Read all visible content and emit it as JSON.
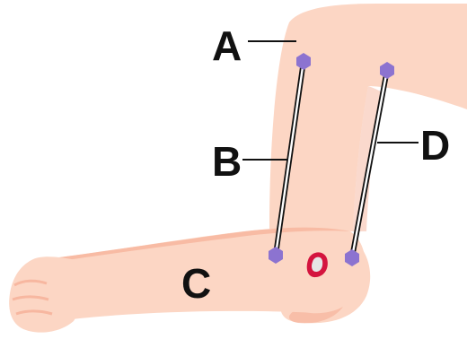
{
  "labels": {
    "a": "A",
    "b": "B",
    "c": "C",
    "d": "D"
  },
  "colors": {
    "skin": "#fcd6c4",
    "skin_shadow": "#f6b49c",
    "attachment": "#8c73d0",
    "tendon_fill": "#ffffff",
    "tendon_outline": "#111111",
    "marker_ring": "#d4143e",
    "marker_center": "#e6e6e6",
    "leader_line": "#111111"
  },
  "icons": {
    "attachment_point": "purple-hexagon-node",
    "marker": "red-ring-marker"
  }
}
